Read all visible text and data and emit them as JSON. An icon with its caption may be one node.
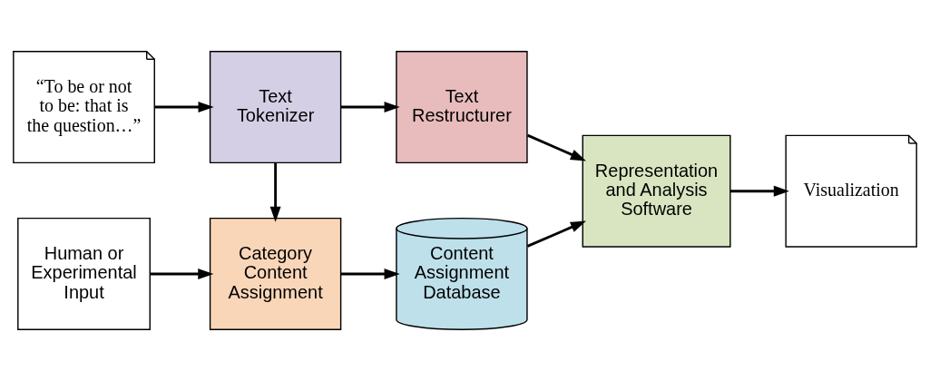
{
  "diagram": {
    "nodes": [
      {
        "text": [
          "“To be or not to be: that is the question…”"
        ]
      },
      {
        "text": [
          "Text Tokenizer"
        ]
      },
      {
        "text": [
          "Text Restructurer"
        ]
      },
      {
        "text": [
          "Representation and Analysis Software"
        ]
      },
      {
        "text": [
          "Visualization"
        ]
      },
      {
        "text": [
          "Human or Experimental Input"
        ]
      },
      {
        "text": [
          "Category Content Assignment"
        ]
      },
      {
        "text": [
          "Content Assignment Database"
        ]
      }
    ],
    "edges": [
      {
        "from": 0,
        "to": 1,
        "arrow": "to"
      },
      {
        "from": 1,
        "to": 2,
        "arrow": "to"
      },
      {
        "from": 2,
        "to": 3,
        "arrow": "to"
      },
      {
        "from": 3,
        "to": 4,
        "arrow": "to"
      },
      {
        "from": 1,
        "to": 6,
        "arrow": "to"
      },
      {
        "from": 5,
        "to": 6,
        "arrow": "to"
      },
      {
        "from": 6,
        "to": 7,
        "arrow": "to"
      },
      {
        "from": 7,
        "to": 3,
        "arrow": "to"
      }
    ]
  }
}
